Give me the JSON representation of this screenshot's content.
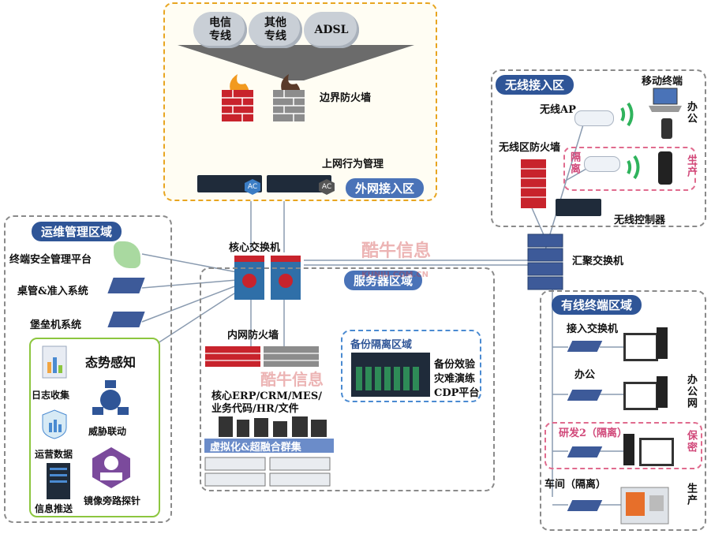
{
  "clouds": [
    {
      "label": "电信\n专线"
    },
    {
      "label": "其他\n专线"
    },
    {
      "label": "ADSL"
    }
  ],
  "internet_zone": {
    "tag": "外网接入区",
    "border_firewall": "边界防火墙",
    "behavior_mgmt": "上网行为管理"
  },
  "ops_zone": {
    "tag": "运维管理区域",
    "items": [
      "终端安全管理平台",
      "桌管&准入系统",
      "堡垒机系统"
    ]
  },
  "situation": {
    "title": "态势感知",
    "items": [
      "日志收集",
      "威胁联动",
      "运营数据",
      "信息推送",
      "镜像旁路探针"
    ]
  },
  "core": {
    "core_switch": "核心交换机",
    "server_zone_tag": "服务器区域",
    "intranet_firewall": "内网防火墙",
    "business_line1": "核心ERP/CRM/MES/",
    "business_line2": "业务代码/HR/文件",
    "cluster": "虚拟化&超融合群集"
  },
  "backup": {
    "tag": "备份隔离区域",
    "line1": "备份效验",
    "line2": "灾难演练",
    "line3": "CDP平台"
  },
  "wireless": {
    "tag": "无线接入区",
    "mobile": "移动终端",
    "ap": "无线AP",
    "firewall": "无线区防火墙",
    "controller": "无线控制器",
    "office": "办公",
    "isolate": "隔离",
    "production": "生产"
  },
  "aggregation": "汇聚交换机",
  "wired": {
    "tag": "有线终端区域",
    "access_switch": "接入交换机",
    "office": "办公",
    "office_net": "办公网",
    "rd": "研发2（隔离）",
    "secret": "保密",
    "workshop": "车间（隔离）",
    "production": "生产"
  },
  "watermark": {
    "brand": "酷牛信息",
    "url": "KUNIU.COM.CN"
  },
  "colors": {
    "tag_blue": "#2f5597",
    "firewall_red": "#c8232c",
    "switch_blue": "#3d5a99",
    "accent_pink": "#d1497a",
    "zone_orange": "#e8a520"
  }
}
